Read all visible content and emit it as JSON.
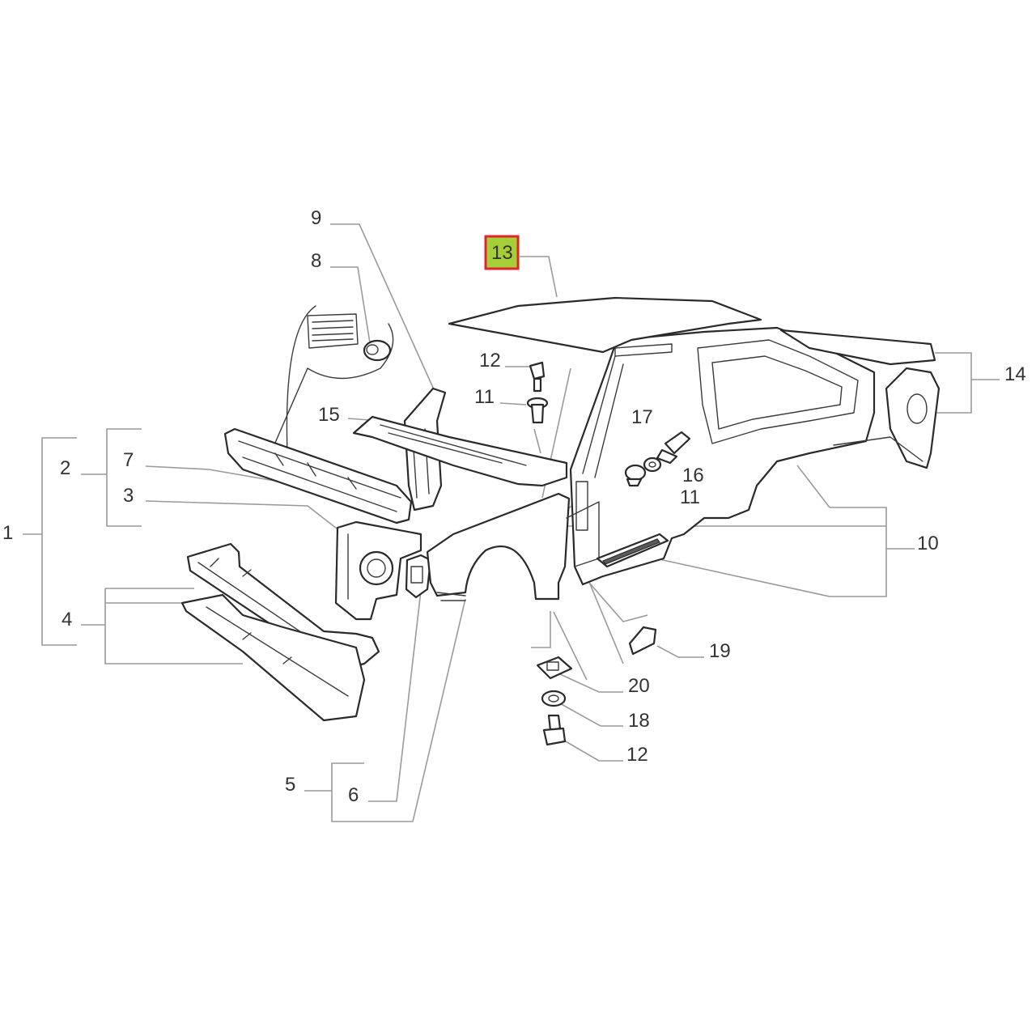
{
  "callouts": {
    "c1": "1",
    "c2": "2",
    "c3": "3",
    "c4": "4",
    "c5": "5",
    "c6": "6",
    "c7": "7",
    "c8": "8",
    "c9": "9",
    "c10": "10",
    "c11_top": "11",
    "c11_mid": "11",
    "c12_top": "12",
    "c12_bottom": "12",
    "c13": "13",
    "c14": "14",
    "c15": "15",
    "c16": "16",
    "c17": "17",
    "c18": "18",
    "c19": "19",
    "c20": "20"
  },
  "highlight": {
    "label": "13",
    "fill_color": "#a6ce39",
    "border_color": "#e0262b"
  }
}
